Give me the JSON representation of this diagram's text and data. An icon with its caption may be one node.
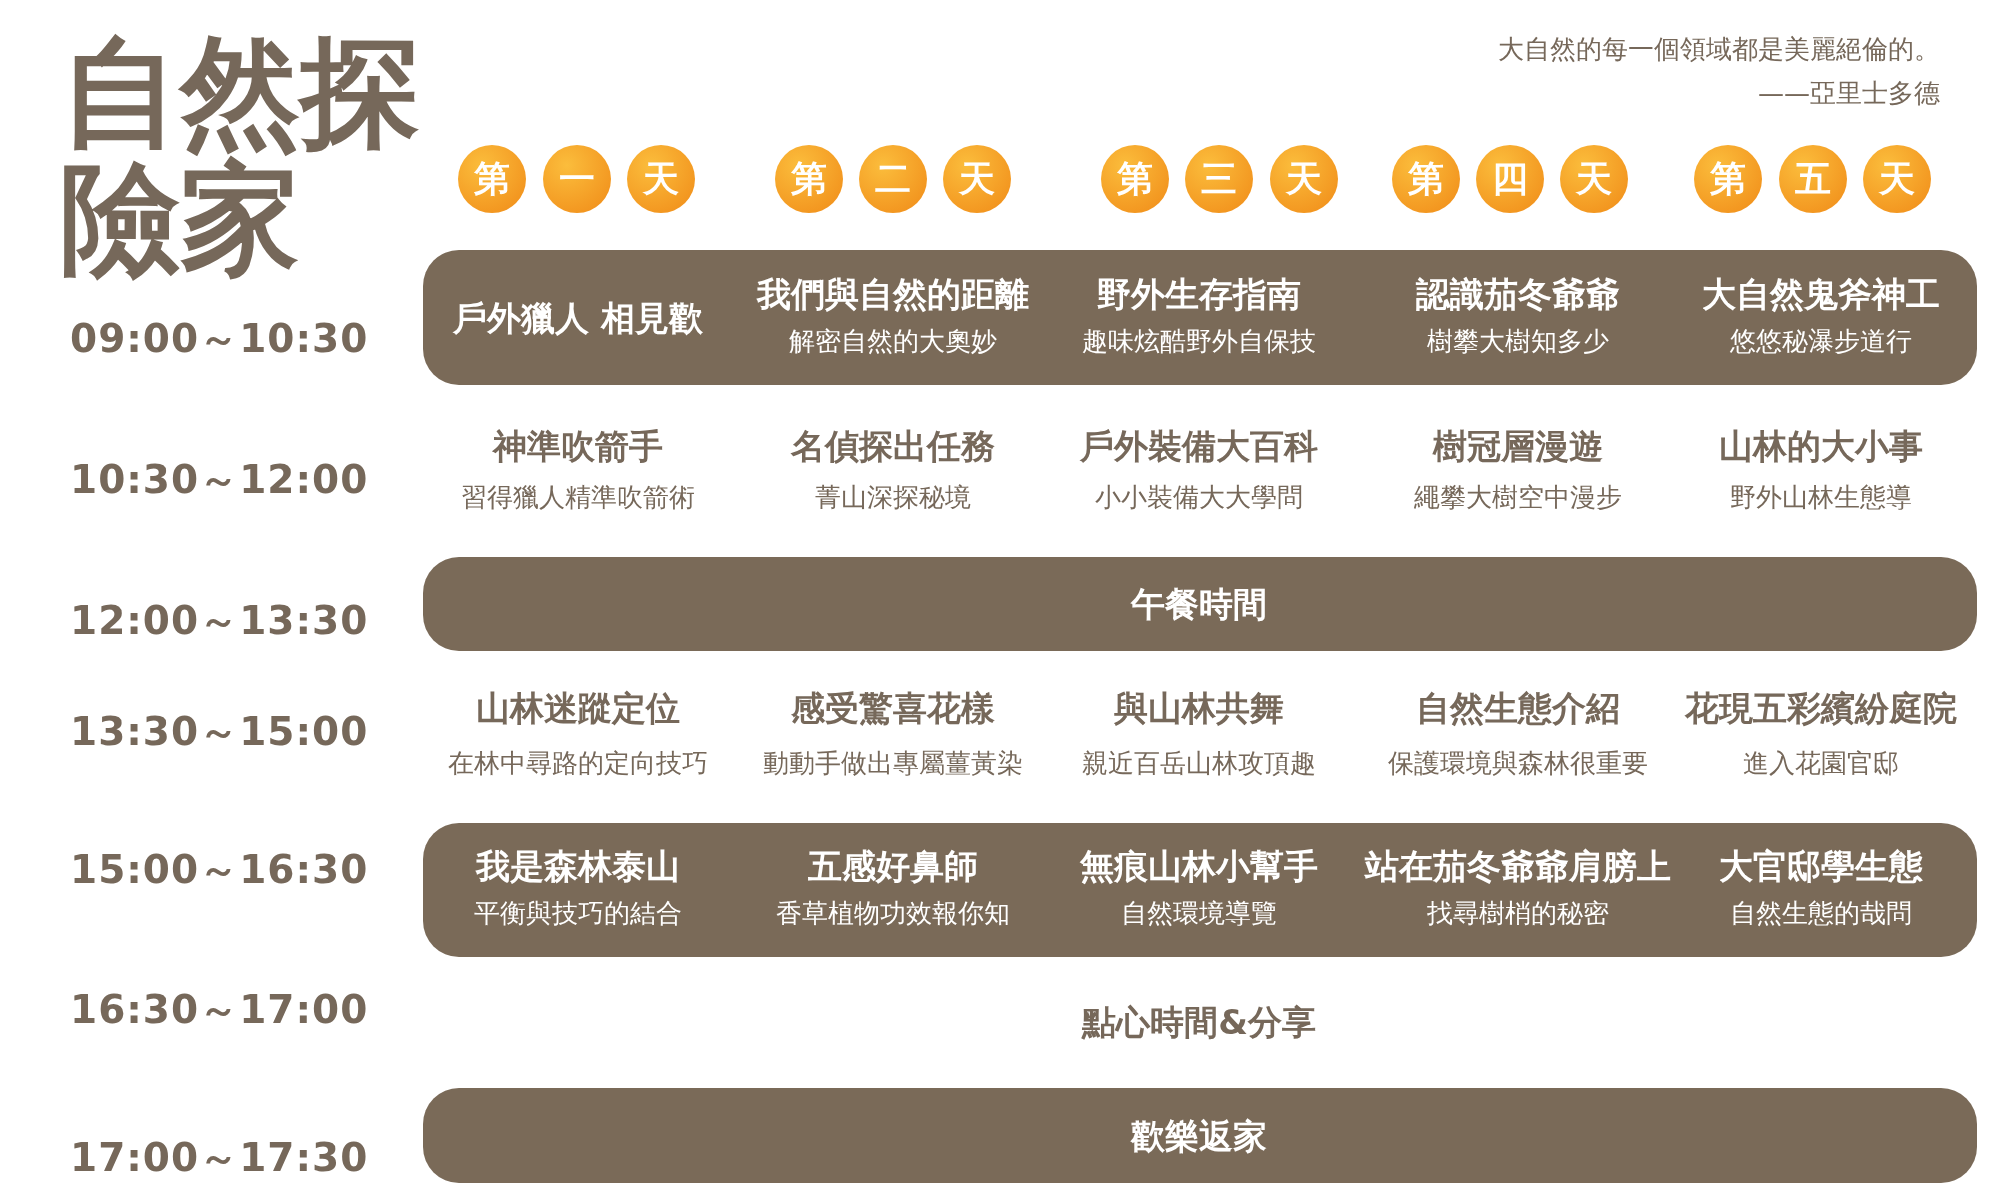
{
  "diagram": {
    "title": "自然探險家",
    "nodes": [
      {
        "text": [
          "第"
        ]
      },
      {
        "text": [
          "一"
        ]
      },
      {
        "text": [
          "天"
        ]
      },
      {
        "text": [
          "第"
        ]
      },
      {
        "text": [
          "二"
        ]
      },
      {
        "text": [
          "天"
        ]
      },
      {
        "text": [
          "第"
        ]
      },
      {
        "text": [
          "三"
        ]
      },
      {
        "text": [
          "天"
        ]
      },
      {
        "text": [
          "第"
        ]
      },
      {
        "text": [
          "四"
        ]
      },
      {
        "text": [
          "天"
        ]
      },
      {
        "text": [
          "第"
        ]
      },
      {
        "text": [
          "五"
        ]
      },
      {
        "text": [
          "天"
        ]
      },
      {
        "text": [
          "戶外獵人 相見歡",
          "我們與自然的距離",
          "解密自然的大奧妙",
          "野外生存指南",
          "趣味炫酷野外自保技",
          "認識茄冬爺爺",
          "樹攀大樹知多少",
          "大自然鬼斧神工",
          "悠悠秘瀑步道行"
        ]
      },
      {
        "text": [
          "午餐時間"
        ]
      },
      {
        "text": [
          "我是森林泰山",
          "平衡與技巧的結合",
          "五感好鼻師",
          "香草植物功效報你知",
          "無痕山林小幫手",
          "自然環境導覽",
          "站在茄冬爺爺肩膀上",
          "找尋樹梢的秘密",
          "大官邸學生態",
          "自然生態的哉問"
        ]
      },
      {
        "text": [
          "歡樂返家"
        ]
      }
    ],
    "labels": [
      "大自然的每一個領域都是美麗絕倫的。",
      "——亞里士多德",
      "09:00～10:30",
      "10:30～12:00",
      "神準吹箭手",
      "習得獵人精準吹箭術",
      "名偵探出任務",
      "菁山深探秘境",
      "戶外裝備大百科",
      "小小裝備大大學問",
      "樹冠層漫遊",
      "繩攀大樹空中漫步",
      "山林的大小事",
      "野外山林生態導",
      "12:00～13:30",
      "13:30～15:00",
      "山林迷蹤定位",
      "在林中尋路的定向技巧",
      "感受驚喜花樣",
      "動動手做出專屬薑黃染",
      "與山林共舞",
      "親近百岳山林攻頂趣",
      "自然生態介紹",
      "保護環境與森林很重要",
      "花現五彩繽紛庭院",
      "進入花園官邸",
      "15:00～16:30",
      "16:30～17:00",
      "點心時間&分享",
      "17:00～17:30"
    ]
  }
}
